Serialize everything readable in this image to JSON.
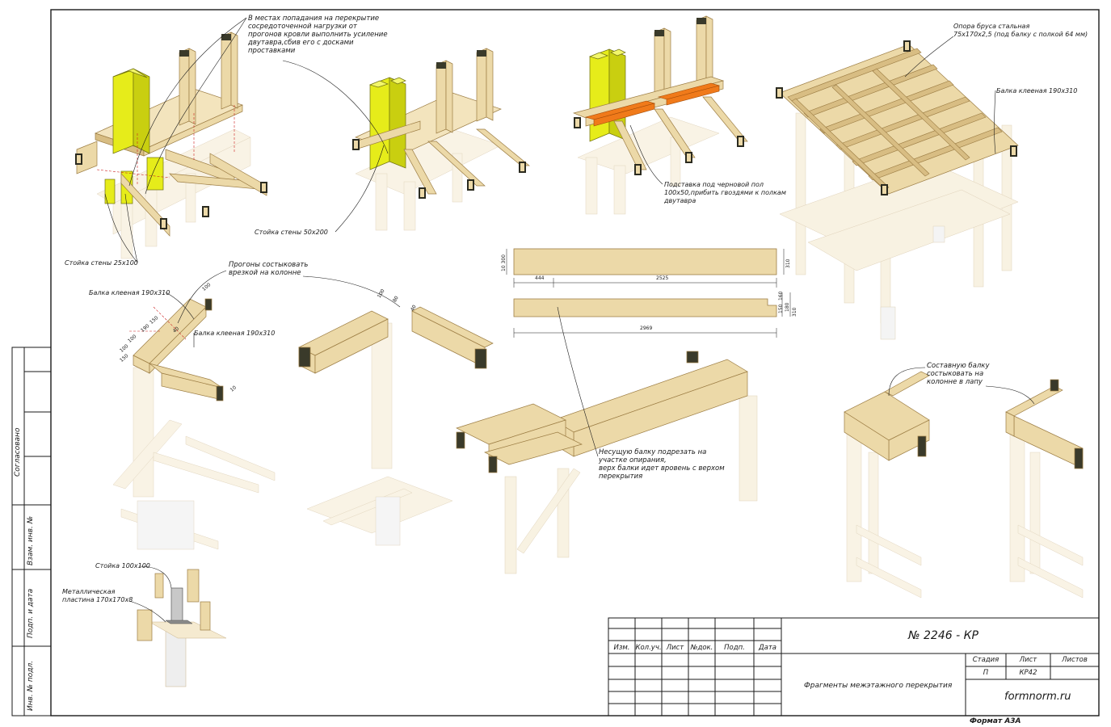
{
  "annotations": {
    "reinforcement_note": "В местах попадания на  перекрытие\nсосредоточенной нагрузки от\nпрогонов кровли выполнить усиление\nдвутавра,сбив его с досками\nпроставками",
    "wall_post_50": "Стойка стены 50х200",
    "wall_post_25": "Стойка стены 25х100",
    "spacer_note": "Подставка под черновой пол\n100х50,прибить гвоздями к полкам\nдвутавра",
    "steel_support": "Опора бруса стальная\n75х170х2,5 (под балку с полкой 64 мм)",
    "glulam_beam_1": "Балка клееная 190х310",
    "glulam_beam_2": "Балка клееная 190х310",
    "glulam_beam_3": "Балка клееная 190х310",
    "purlin_note": "Прогоны состыковать\nврезкой на колонне",
    "bearing_note": "Несущую балку подрезать на\nучастке опирания,\nверх балки идет вровень с верхом\nперекрытия",
    "composite_note": "Составную балку\nсостыковать на\nколонне в лапу",
    "post_100": "Стойка 100х100",
    "metal_plate": "Металлическая\nпластина 170х170х8"
  },
  "dimensions": {
    "beam_top_height": "310",
    "beam_top_left": "10 300",
    "beam_top_seg1": "444",
    "beam_top_seg2": "2525",
    "beam_bottom_total": "2969",
    "beam_bottom_h1": "150",
    "beam_bottom_h2": "160",
    "beam_bottom_h3": "310",
    "beam_bottom_h4": "180",
    "corner_d1": "100",
    "corner_d2": "100",
    "corner_d3": "40",
    "corner_d4": "150",
    "corner_d5": "190",
    "corner_d6": "100",
    "corner_d7": "150",
    "corner_d8": "10",
    "apex_d1": "100",
    "apex_d2": "80",
    "apex_d3": "40"
  },
  "side_stamp": {
    "agreed": "Согласовано",
    "inv_replace": "Взам. инв. №",
    "sign_date": "Подп. и дата",
    "inv_original": "Инв. № подл."
  },
  "title_block": {
    "columns": [
      "Изм.",
      "Кол.уч.",
      "Лист",
      "№док.",
      "Подп.",
      "Дата"
    ],
    "doc_number": "№ 2246 - КР",
    "description": "Фрагменты межэтажного перекрытия",
    "stage_header": "Стадия",
    "sheet_header": "Лист",
    "sheets_header": "Листов",
    "stage_value": "П",
    "sheet_value": "КР42",
    "sheets_value": "",
    "site": "formnorm.ru",
    "format": "Формат А3А"
  },
  "colors": {
    "wood": "#ecd9a8",
    "wood_dark": "#d6b97e",
    "wood_faded": "#f5ead0",
    "steel_end": "#3a3a2a",
    "highlight_yellow": "#e6ec1a",
    "highlight_orange": "#f07a1a",
    "concrete": "#e8e8e8",
    "frame": "#1a1a1a",
    "dim_red": "#cc2222"
  }
}
